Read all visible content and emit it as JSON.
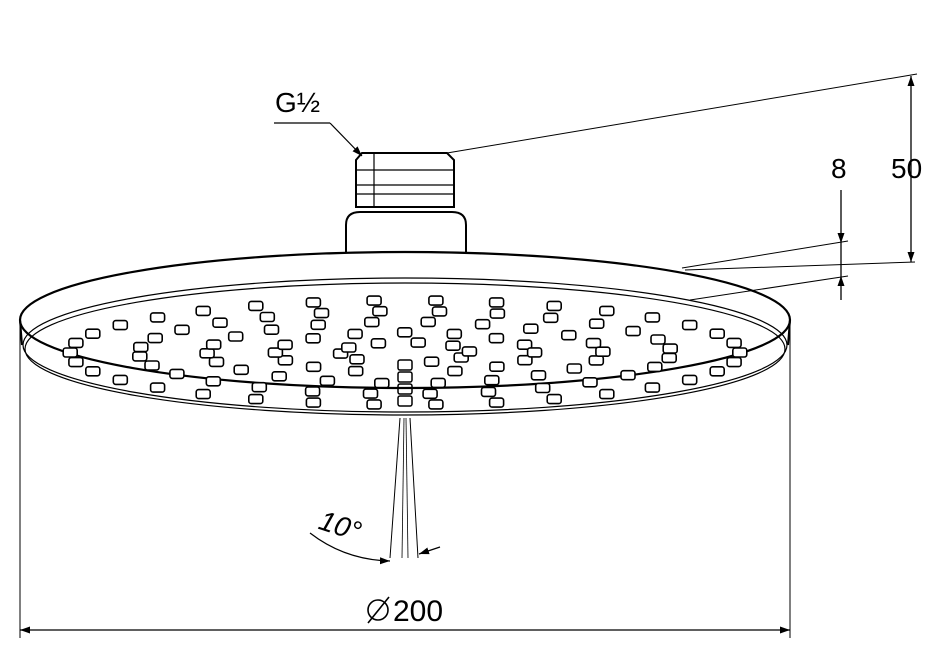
{
  "dimensions": {
    "thread": "G½",
    "total_height": "50",
    "plate_thickness": "8",
    "spray_angle": "10°",
    "diameter": "200",
    "diameter_symbol": "⌀"
  },
  "colors": {
    "line": "#000000",
    "background": "#ffffff"
  }
}
